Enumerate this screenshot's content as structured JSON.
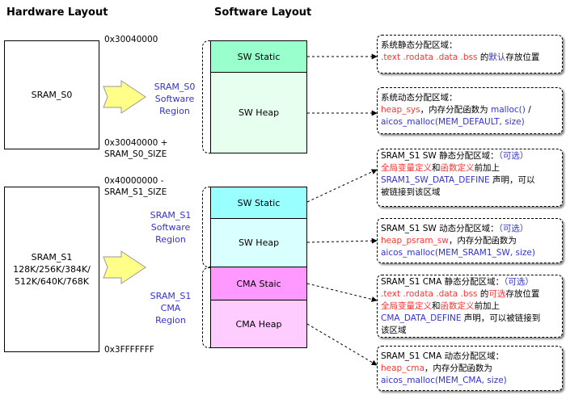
{
  "headings": {
    "hardware": "Hardware Layout",
    "software": "Software Layout"
  },
  "hardware": {
    "s0": {
      "label": "SRAM_S0"
    },
    "s1": {
      "label_lines": [
        "SRAM_S1",
        "128K/256K/384K/",
        "512K/640K/768K"
      ]
    }
  },
  "addresses": {
    "s0_start": "0x30040000",
    "s0_end": [
      "0x30040000 +",
      "SRAM_S0_SIZE"
    ],
    "s1_start": [
      "0x40000000 -",
      "SRAM_S1_SIZE"
    ],
    "s1_end": "0x3FFFFFFF"
  },
  "regions": {
    "s0_sw": [
      "SRAM_S0",
      "Software",
      "Region"
    ],
    "s1_sw": [
      "SRAM_S1",
      "Software",
      "Region"
    ],
    "s1_cma": [
      "SRAM_S1",
      "CMA",
      "Region"
    ]
  },
  "blocks": {
    "sw_static_s0": "SW Static",
    "sw_heap_s0": "SW Heap",
    "sw_static_s1": "SW Static",
    "sw_heap_s1": "SW Heap",
    "cma_static": "CMA Staic",
    "cma_heap": "CMA Heap"
  },
  "colors": {
    "s0_static": "#99ffcc",
    "s0_heap": "#e6ffee",
    "s1_static": "#99ffff",
    "s1_heap": "#d9ffff",
    "cma_static": "#ff99ff",
    "cma_heap": "#ffccff",
    "arrow_fill": "#ffff88",
    "blue_text": "#3333cc",
    "red_text": "#ff3333"
  },
  "notes": {
    "n1": {
      "title": "系统静态分配区域：",
      "red": ".text .rodata .data .bss",
      "mid": " 的",
      "blue": "默认",
      "tail": "存放位置"
    },
    "n2": {
      "title": "系统动态分配区域：",
      "red": "heap_sys",
      "mid": "，内存分配函数为 ",
      "blue1": "malloc()",
      "sep": " /",
      "blue2": "aicos_malloc(MEM_DEFAULT, size)"
    },
    "n3": {
      "title": "SRAM_S1 SW 静态分配区域：",
      "opt": "（可选）",
      "red1": "全局变量定义",
      "and": "和",
      "red2": "函数定义",
      "pre": "前加上",
      "blue": "SRAM1_SW_DATA_DEFINE",
      "tail": " 声明，可以",
      "tail2": "被链接到该区域"
    },
    "n4": {
      "title": "SRAM_S1 SW 动态分配区域：",
      "opt": "（可选）",
      "red": "heap_psram_sw",
      "mid": "，内存分配函数为",
      "blue": " aicos_malloc(MEM_SRAM1_SW, size)"
    },
    "n5": {
      "title": "SRAM_S1 CMA 静态分配区域：",
      "opt": "（可选）",
      "red0": ".text .rodata .data .bss",
      "mid0": " 的",
      "blue0": "可选",
      "tail0": "存放位置",
      "red1": "全局变量定义",
      "and": "和",
      "red2": "函数定义",
      "pre": "前加上",
      "blue": "CMA_DATA_DEFINE",
      "tail": " 声明，可以被链接到",
      "tail2": "该区域"
    },
    "n6": {
      "title": "SRAM_S1 CMA 动态分配区域：",
      "red": "heap_cma",
      "mid": "，内存分配函数为",
      "blue": "aicos_malloc(MEM_CMA, size)"
    }
  }
}
